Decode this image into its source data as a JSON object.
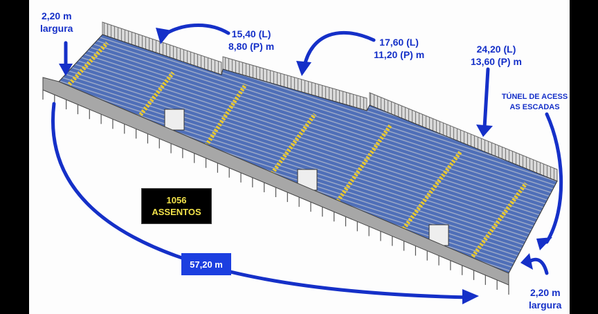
{
  "labels": {
    "width_left": [
      "2,20 m",
      "largura"
    ],
    "section1": [
      "15,40 (L)",
      "8,80 (P) m"
    ],
    "section2": [
      "17,60 (L)",
      "11,20 (P) m"
    ],
    "section3": [
      "24,20 (L)",
      "13,60 (P) m"
    ],
    "tunnel": [
      "TÚNEL DE ACESS",
      "AS ESCADAS"
    ],
    "width_right": [
      "2,20 m",
      "largura"
    ],
    "length": "57,20 m"
  },
  "seats_box": {
    "count": "1056",
    "label": "ASSENTOS"
  },
  "colors": {
    "arrow": "#1530c8",
    "seat": "#4a6ab0",
    "stair": "#e8c830",
    "box_text": "#f2e24a"
  }
}
